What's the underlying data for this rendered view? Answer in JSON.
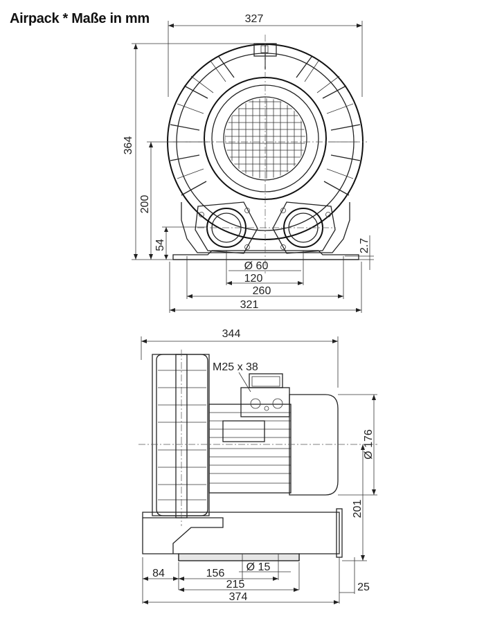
{
  "title": "Airpack * Maße in mm",
  "front_view": {
    "width_top": "327",
    "height_total": "364",
    "height_axis": "200",
    "height_foot": "54",
    "foot_thickness": "2.7",
    "port_diameter": "Ø 60",
    "port_spacing": "120",
    "foot_inner": "260",
    "foot_outer": "321"
  },
  "side_view": {
    "width_top": "344",
    "thread": "M25 x 38",
    "motor_diameter": "Ø 176",
    "height_axis": "201",
    "hole_diameter": "Ø 15",
    "offset_left": "84",
    "hole_spacing": "156",
    "foot_length": "215",
    "length_total": "374",
    "motor_overhang": "25"
  }
}
